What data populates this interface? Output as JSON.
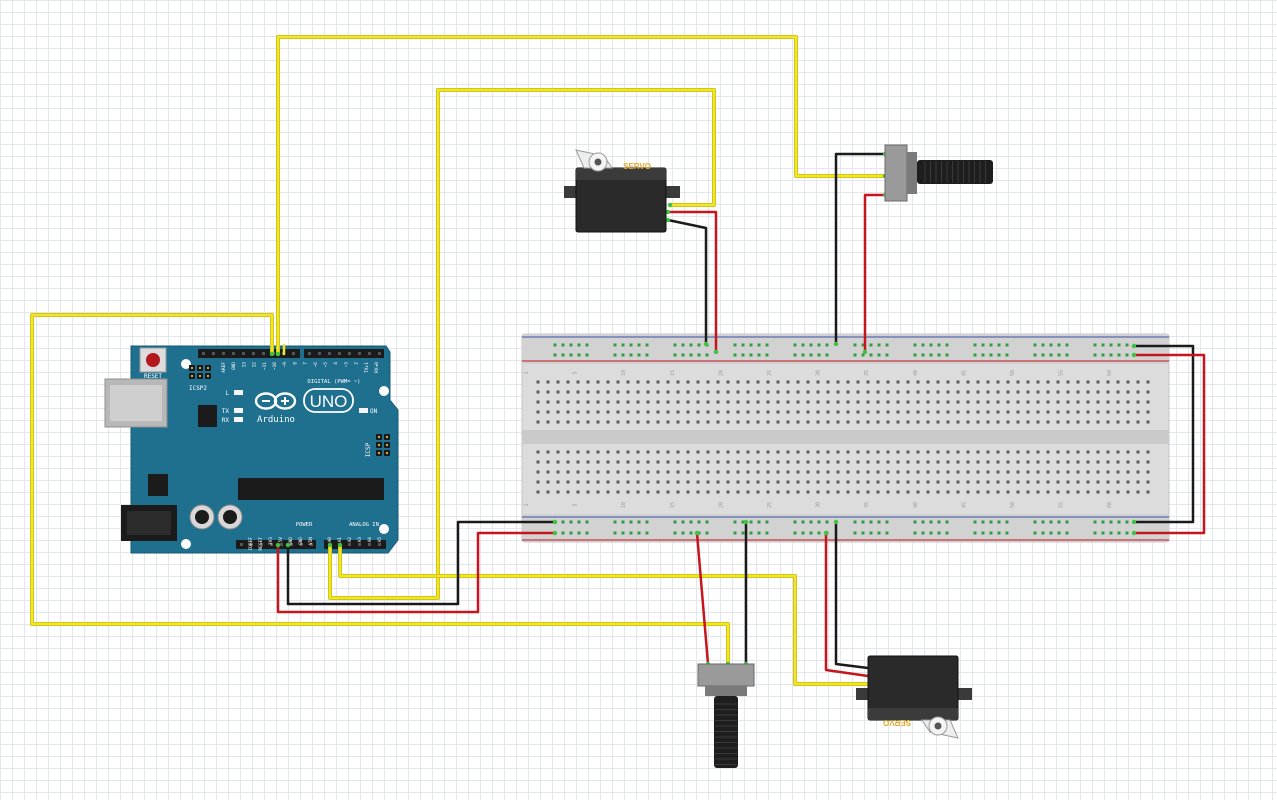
{
  "arduino": {
    "brand": "Arduino",
    "model": "UNO",
    "reset_label": "RESET",
    "icsp2_label": "ICSP2",
    "icsp_label": "ICSP",
    "led_l": "L",
    "led_tx": "TX",
    "led_rx": "RX",
    "on_label": "ON",
    "digital_label": "DIGITAL (PWM= ~)",
    "power_label": "POWER",
    "analog_label": "ANALOG IN",
    "digital_pins": [
      "AREF",
      "GND",
      "13",
      "12",
      "~11",
      "~10",
      "~9",
      "8",
      "7",
      "~6",
      "~5",
      "4",
      "~3",
      "2",
      "TX▸1",
      "RX◂0"
    ],
    "power_pins": [
      "IOREF",
      "RESET",
      "3V3",
      "5V",
      "GND",
      "GND",
      "VIN"
    ],
    "analog_pins": [
      "A0",
      "A1",
      "A2",
      "A3",
      "A4",
      "A5"
    ]
  },
  "breadboard": {
    "column_numbers_top": [
      "1",
      "5",
      "10",
      "15",
      "20",
      "25",
      "30",
      "35",
      "40",
      "45",
      "50",
      "55",
      "60"
    ],
    "column_numbers_bottom": [
      "1",
      "5",
      "10",
      "15",
      "20",
      "25",
      "30",
      "35",
      "40",
      "45",
      "50",
      "55",
      "60"
    ]
  },
  "servo_top": {
    "label": "SERVO"
  },
  "servo_bottom": {
    "label": "SERVO"
  },
  "colors": {
    "board": "#1f6f8f",
    "signal_wire": "#f1e62a",
    "power_wire": "#c4161c",
    "ground_wire": "#1a1a1a",
    "servo_label": "#e0a92b"
  }
}
